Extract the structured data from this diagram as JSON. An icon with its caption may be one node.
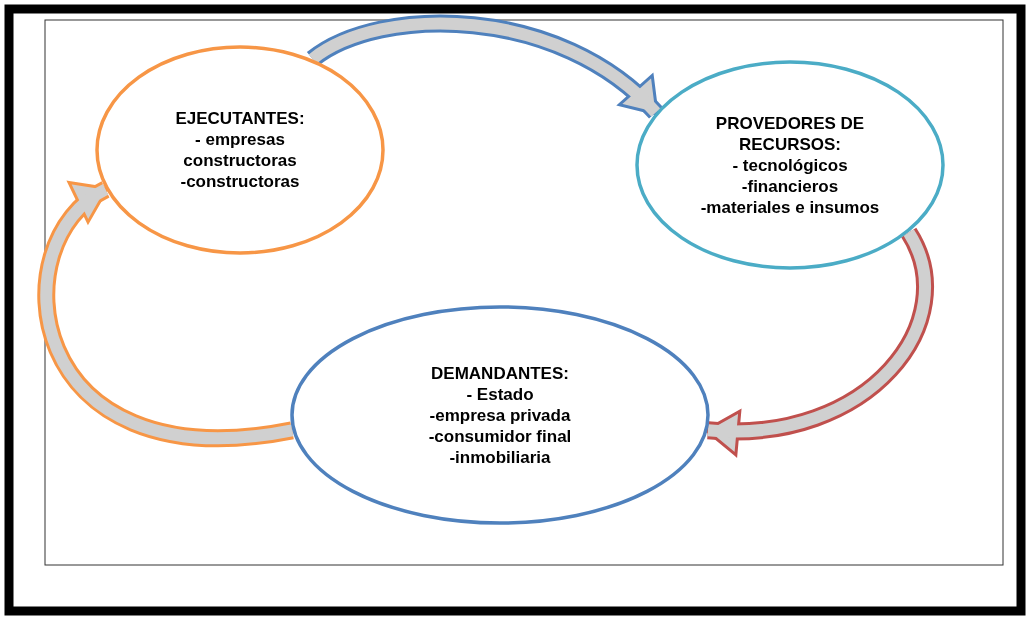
{
  "diagram": {
    "nodes": [
      {
        "text": [
          "EJECUTANTES:",
          "- empresas constructoras",
          "-constructoras"
        ]
      },
      {
        "text": [
          "PROVEDORES DE RECURSOS:",
          "- tecnológicos",
          "-financieros",
          "-materiales e insumos"
        ]
      },
      {
        "text": [
          "DEMANDANTES:",
          "- Estado",
          "-empresa privada",
          "-consumidor final",
          "-inmobiliaria"
        ]
      }
    ],
    "edges": [
      {
        "from": 0,
        "to": 1,
        "arrow": "to",
        "color": "#4f81bd"
      },
      {
        "from": 1,
        "to": 2,
        "arrow": "to",
        "color": "#c0504d"
      },
      {
        "from": 2,
        "to": 0,
        "arrow": "to",
        "color": "#f79646"
      }
    ]
  }
}
